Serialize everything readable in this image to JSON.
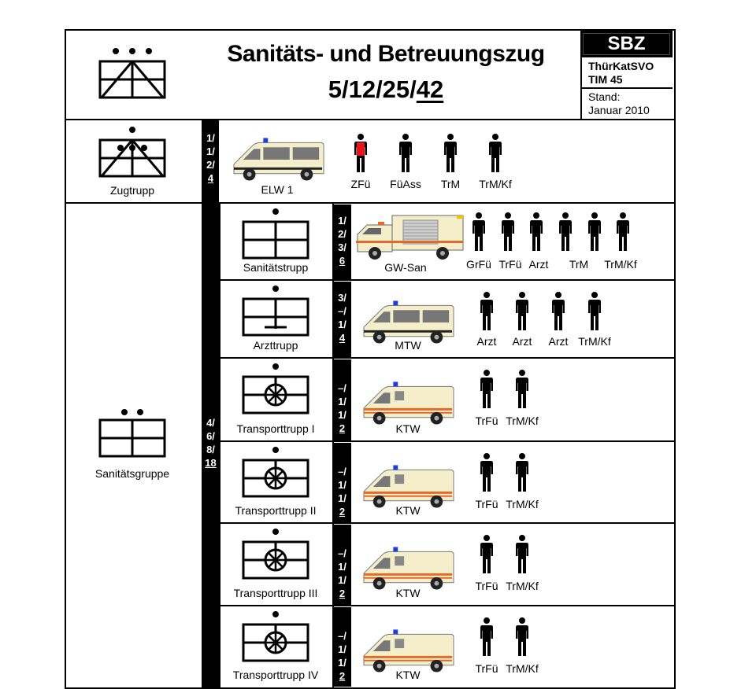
{
  "header": {
    "title": "Sanitäts- und Betreuungszug",
    "strength_prefix": "5/12/25/",
    "strength_total": "42",
    "badge": "SBZ",
    "regulation": "ThürKatSVO",
    "tim": "TIM 45",
    "stand_label": "Stand:",
    "stand_date": "Januar 2010"
  },
  "zugtrupp": {
    "name": "Zugtrupp",
    "strength": [
      "1/",
      "1/",
      "2/",
      "4"
    ],
    "vehicle": "ELW 1",
    "persons": [
      "ZFü",
      "FüAss",
      "TrM",
      "TrM/Kf"
    ],
    "highlight_color": "#e8161b"
  },
  "gruppe": {
    "name": "Sanitätsgruppe",
    "strength": [
      "4/",
      "6/",
      "8/",
      "18"
    ],
    "units": [
      {
        "name": "Sanitätstrupp",
        "symbol": "cross",
        "strength": [
          "1/",
          "2/",
          "3/",
          "6"
        ],
        "vehicle": "GW-San",
        "vehicle_type": "truck",
        "person_count": 6,
        "labels": [
          "GrFü",
          "TrFü",
          "Arzt",
          "TrM",
          "TrM/Kf"
        ]
      },
      {
        "name": "Arzttrupp",
        "symbol": "doctor",
        "strength": [
          "3/",
          "–/",
          "1/",
          "4"
        ],
        "vehicle": "MTW",
        "vehicle_type": "van",
        "person_count": 4,
        "labels": [
          "Arzt",
          "Arzt",
          "Arzt",
          "TrM/Kf"
        ]
      },
      {
        "name": "Transporttrupp I",
        "symbol": "wheel",
        "strength": [
          "–/",
          "1/",
          "1/",
          "2"
        ],
        "vehicle": "KTW",
        "vehicle_type": "ambulance",
        "person_count": 2,
        "labels": [
          "TrFü",
          "TrM/Kf"
        ]
      },
      {
        "name": "Transporttrupp II",
        "symbol": "wheel",
        "strength": [
          "–/",
          "1/",
          "1/",
          "2"
        ],
        "vehicle": "KTW",
        "vehicle_type": "ambulance",
        "person_count": 2,
        "labels": [
          "TrFü",
          "TrM/Kf"
        ]
      },
      {
        "name": "Transporttrupp III",
        "symbol": "wheel",
        "strength": [
          "–/",
          "1/",
          "1/",
          "2"
        ],
        "vehicle": "KTW",
        "vehicle_type": "ambulance",
        "person_count": 2,
        "labels": [
          "TrFü",
          "TrM/Kf"
        ]
      },
      {
        "name": "Transporttrupp IV",
        "symbol": "wheel",
        "strength": [
          "–/",
          "1/",
          "1/",
          "2"
        ],
        "vehicle": "KTW",
        "vehicle_type": "ambulance",
        "person_count": 2,
        "labels": [
          "TrFü",
          "TrM/Kf"
        ]
      }
    ]
  },
  "colors": {
    "vehicle_body": "#f4eecb",
    "stripe": "#e46a2a",
    "beacon": "#1b3fd8"
  }
}
